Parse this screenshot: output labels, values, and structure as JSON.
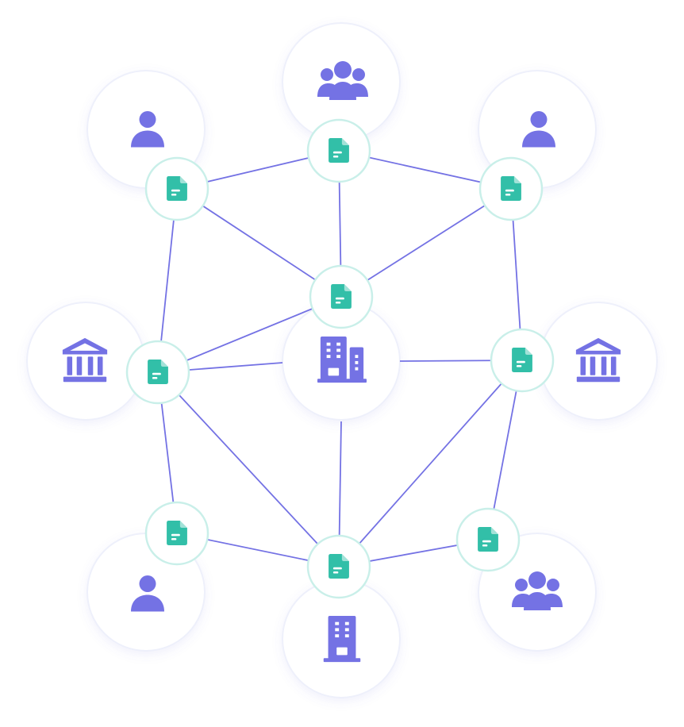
{
  "diagram": {
    "colors": {
      "edge": "#7472e4",
      "entity_icon": "#7472e4",
      "document_icon": "#32bfa8",
      "document_ring": "#c9efe9",
      "circle_fill": "#ffffff"
    },
    "entities": [
      {
        "id": "e-top",
        "icon": "group-icon"
      },
      {
        "id": "e-top-left",
        "icon": "person-icon"
      },
      {
        "id": "e-top-right",
        "icon": "person-icon"
      },
      {
        "id": "e-mid-left",
        "icon": "bank-icon"
      },
      {
        "id": "e-center",
        "icon": "office-building-icon"
      },
      {
        "id": "e-mid-right",
        "icon": "bank-icon"
      },
      {
        "id": "e-bottom-left",
        "icon": "person-icon"
      },
      {
        "id": "e-bottom",
        "icon": "building-icon"
      },
      {
        "id": "e-bottom-right",
        "icon": "group-icon"
      }
    ],
    "documents": [
      {
        "id": "d-top",
        "icon": "document-icon"
      },
      {
        "id": "d-top-left",
        "icon": "document-icon"
      },
      {
        "id": "d-top-right",
        "icon": "document-icon"
      },
      {
        "id": "d-center",
        "icon": "document-icon"
      },
      {
        "id": "d-mid-left",
        "icon": "document-icon"
      },
      {
        "id": "d-mid-right",
        "icon": "document-icon"
      },
      {
        "id": "d-bottom-left",
        "icon": "document-icon"
      },
      {
        "id": "d-bottom",
        "icon": "document-icon"
      },
      {
        "id": "d-bottom-right",
        "icon": "document-icon"
      }
    ],
    "connections": [
      [
        "d-top-left",
        "d-top"
      ],
      [
        "d-top",
        "d-top-right"
      ],
      [
        "d-top",
        "d-center"
      ],
      [
        "d-top-left",
        "d-center"
      ],
      [
        "d-top-right",
        "d-center"
      ],
      [
        "d-top-left",
        "d-mid-left"
      ],
      [
        "d-top-right",
        "d-mid-right"
      ],
      [
        "d-mid-left",
        "d-center"
      ],
      [
        "d-mid-left",
        "e-center"
      ],
      [
        "e-center",
        "d-mid-right"
      ],
      [
        "e-center",
        "d-bottom"
      ],
      [
        "d-mid-left",
        "d-bottom-left"
      ],
      [
        "d-mid-left",
        "d-bottom"
      ],
      [
        "d-mid-right",
        "d-bottom"
      ],
      [
        "d-mid-right",
        "d-bottom-right"
      ],
      [
        "d-bottom-left",
        "d-bottom"
      ],
      [
        "d-bottom",
        "d-bottom-right"
      ]
    ]
  }
}
